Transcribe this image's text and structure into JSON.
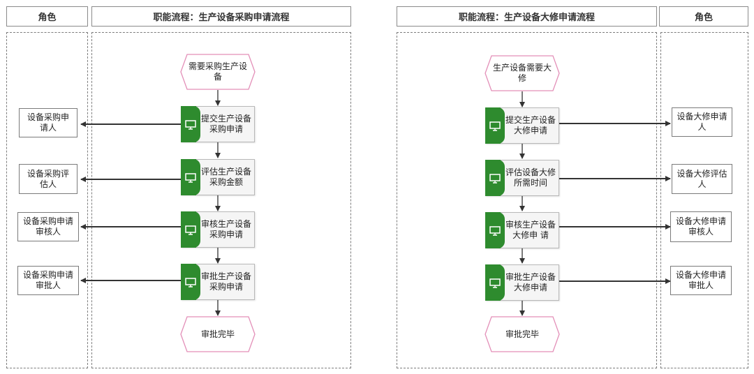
{
  "left": {
    "role_header": "角色",
    "process_header": "职能流程：生产设备采购申请流程",
    "start_event": "需要采购生产设备",
    "tasks": [
      "提交生产设备采购申请",
      "评估生产设备采购金额",
      "审核生产设备采购申请",
      "审批生产设备采购申请"
    ],
    "roles": [
      "设备采购申请人",
      "设备采购评估人",
      "设备采购申请审核人",
      "设备采购申请审批人"
    ],
    "end_event": "审批完毕"
  },
  "right": {
    "process_header": "职能流程：生产设备大修申请流程",
    "role_header": "角色",
    "start_event": "生产设备需要大修",
    "tasks": [
      "提交生产设备大修申请",
      "评估设备大修所需时间",
      "审核生产设备大修申 请",
      "审批生产设备大修申请"
    ],
    "roles": [
      "设备大修申请人",
      "设备大修评估人",
      "设备大修申请审核人",
      "设备大修申请审批人"
    ],
    "end_event": "审批完毕"
  },
  "colors": {
    "task_tab": "#2e8b2e",
    "event_border": "#e38fb8",
    "arrow": "#333333"
  },
  "icons": {
    "task_icon": "monitor-icon"
  }
}
